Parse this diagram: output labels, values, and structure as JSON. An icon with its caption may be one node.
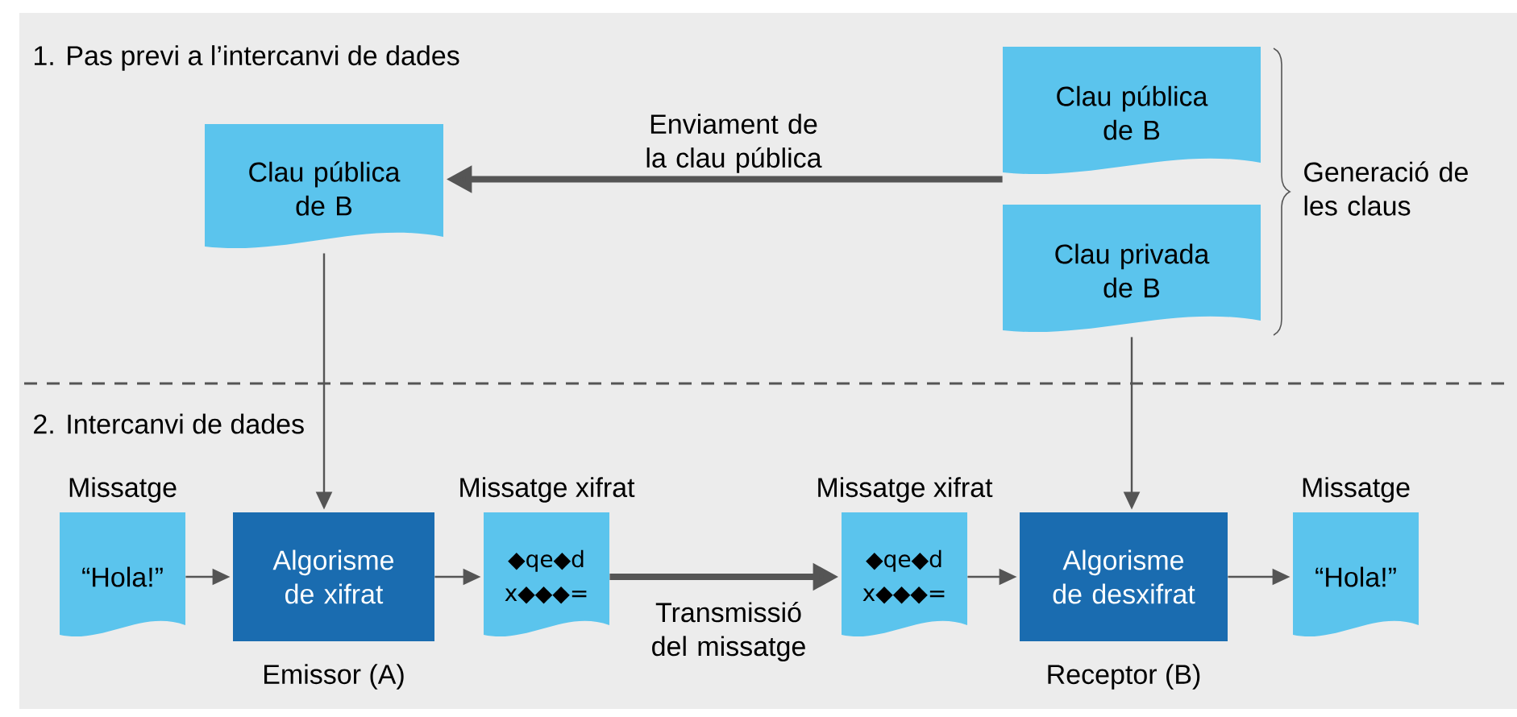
{
  "diagram": {
    "nodes": [
      {
        "text": [
          "Clau pública de B"
        ]
      },
      {
        "text": [
          "Clau pública de B"
        ]
      },
      {
        "text": [
          "Clau privada de B"
        ]
      },
      {
        "text": [
          "Missatge",
          "“Hola!”"
        ]
      },
      {
        "text": [
          "Algorisme de xifrat"
        ],
        "beside": [
          "Emissor (A)"
        ]
      },
      {
        "text": [
          "Missatge xifrat",
          "◆qe◆d x◆◆◆="
        ]
      },
      {
        "text": [
          "Missatge xifrat",
          "◆qe◆d x◆◆◆="
        ]
      },
      {
        "text": [
          "Algorisme de desxifrat"
        ],
        "beside": [
          "Receptor (B)"
        ]
      },
      {
        "text": [
          "Missatge",
          "“Hola!”"
        ]
      }
    ],
    "edges": [
      {
        "from": 1,
        "to": 0,
        "arrow": "to",
        "label": "Enviament de la clau pública",
        "style": "thick"
      },
      {
        "from": 0,
        "to": 4,
        "arrow": "to"
      },
      {
        "from": 2,
        "to": 7,
        "arrow": "to"
      },
      {
        "from": 3,
        "to": 4,
        "arrow": "to"
      },
      {
        "from": 4,
        "to": 5,
        "arrow": "to"
      },
      {
        "from": 5,
        "to": 6,
        "arrow": "to",
        "label": "Transmissió del missatge",
        "style": "thick"
      },
      {
        "from": 6,
        "to": 7,
        "arrow": "to"
      },
      {
        "from": 7,
        "to": 8,
        "arrow": "to"
      }
    ],
    "labels": [
      "1. Pas previ a l’intercanvi de dades",
      "Generació de les claus",
      "2. Intercanvi de dades"
    ]
  }
}
